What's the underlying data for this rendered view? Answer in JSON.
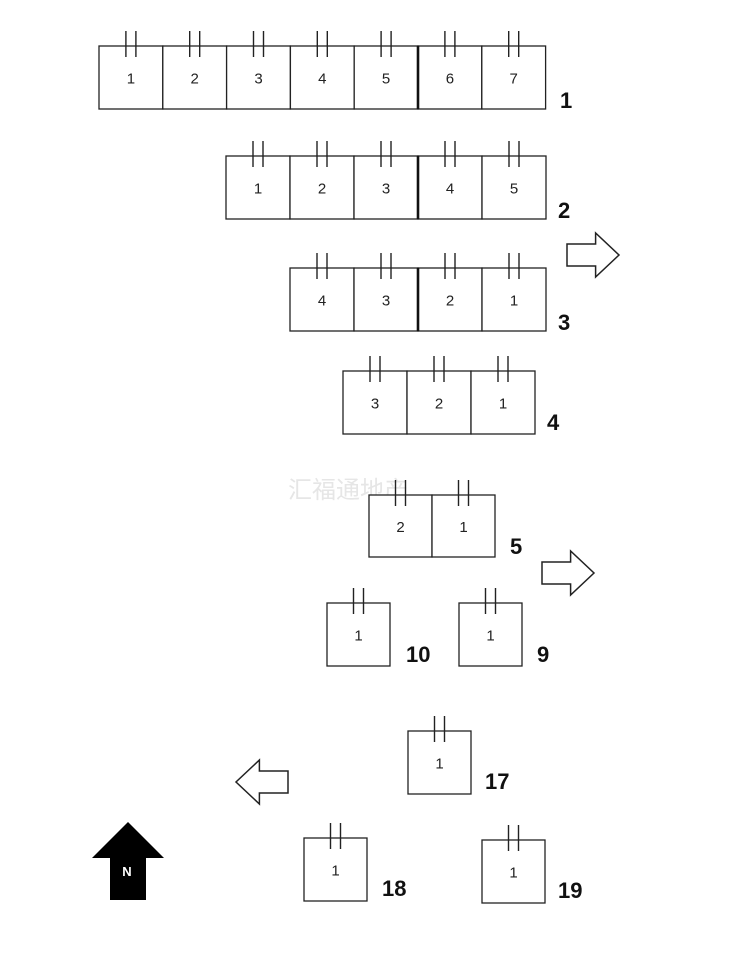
{
  "watermark": "汇福通地产",
  "compass": {
    "label": "N"
  },
  "rows": [
    {
      "label": "1",
      "cells": [
        "1",
        "2",
        "3",
        "4",
        "5",
        "6",
        "7"
      ]
    },
    {
      "label": "2",
      "cells": [
        "1",
        "2",
        "3",
        "4",
        "5"
      ]
    },
    {
      "label": "3",
      "cells": [
        "4",
        "3",
        "2",
        "1"
      ]
    },
    {
      "label": "4",
      "cells": [
        "3",
        "2",
        "1"
      ]
    },
    {
      "label": "5",
      "cells": [
        "2",
        "1"
      ]
    },
    {
      "label": "10",
      "cells": [
        "1"
      ]
    },
    {
      "label": "9",
      "cells": [
        "1"
      ]
    },
    {
      "label": "17",
      "cells": [
        "1"
      ]
    },
    {
      "label": "18",
      "cells": [
        "1"
      ]
    },
    {
      "label": "19",
      "cells": [
        "1"
      ]
    }
  ],
  "arrows": [
    {
      "direction": "right"
    },
    {
      "direction": "right"
    },
    {
      "direction": "left"
    }
  ]
}
